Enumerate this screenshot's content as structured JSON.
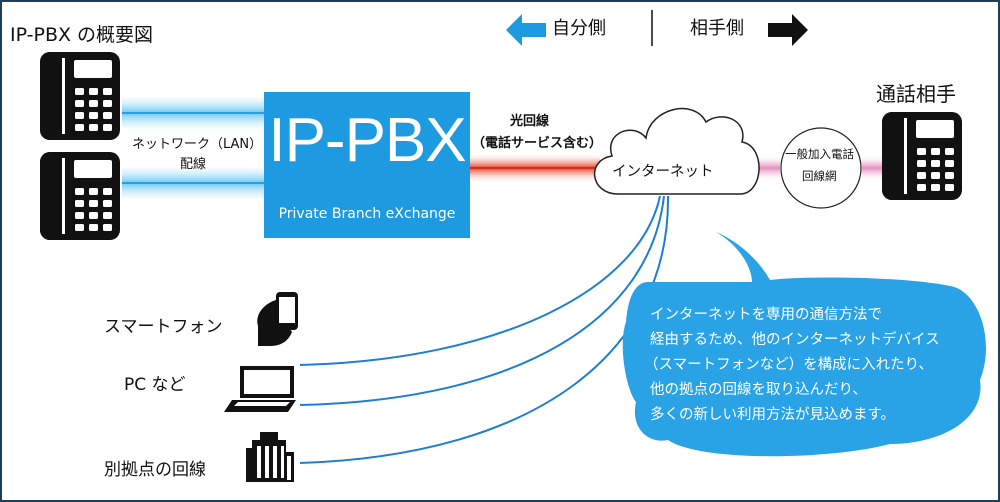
{
  "title": "IP-PBX の概要図",
  "direction": {
    "self": "自分側",
    "peer": "相手側"
  },
  "pbx": {
    "main": "IP-PBX",
    "sub": "Private Branch eXchange"
  },
  "lan": {
    "line1": "ネットワーク（LAN）",
    "line2": "配線"
  },
  "fiber": {
    "line1": "光回線",
    "line2": "（電話サービス含む）"
  },
  "internet": "インターネット",
  "pstn": {
    "line1": "一般加入電話",
    "line2": "回線網"
  },
  "remote": "通話相手",
  "devices": {
    "smartphone": "スマートフォン",
    "pc": "PC など",
    "branch": "別拠点の回線"
  },
  "callout": [
    "インターネットを専用の通信方法で",
    "経由するため、他のインターネットデバイス",
    "（スマートフォンなど）を構成に入れたり、",
    "他の拠点の回線を取り込んだり、",
    "多くの新しい利用方法が見込めます。"
  ],
  "colors": {
    "pbx": "#1e9ae0",
    "arrow_left": "#1e9ae0",
    "arrow_right": "#111111",
    "lan_glow": "#7fd3f5",
    "fiber": "#e0452e",
    "pstn": "#e8a0c8",
    "callout": "#29a3e6",
    "frame": "#1f3f57"
  },
  "icons": [
    "desk-phone-icon",
    "smartphone-icon",
    "laptop-icon",
    "building-icon",
    "cloud-icon",
    "arrow-left-icon",
    "arrow-right-icon"
  ]
}
